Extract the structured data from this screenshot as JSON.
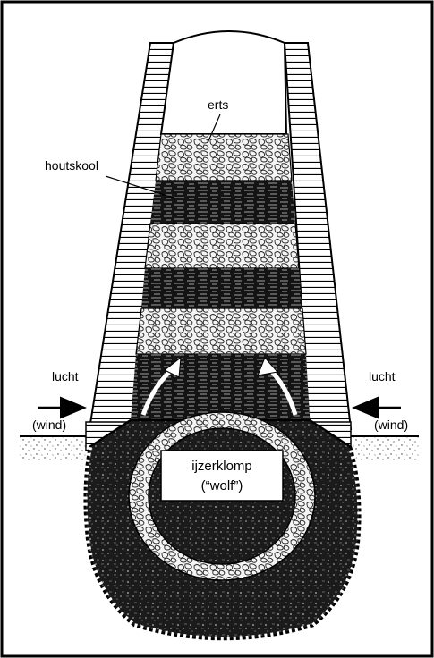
{
  "labels": {
    "ore": "erts",
    "charcoal": "houtskool",
    "air_left": "lucht",
    "wind_left": "(wind)",
    "air_right": "lucht",
    "wind_right": "(wind)",
    "bloom": "ijzerklomp",
    "bloom_alias": "(“wolf”)"
  }
}
